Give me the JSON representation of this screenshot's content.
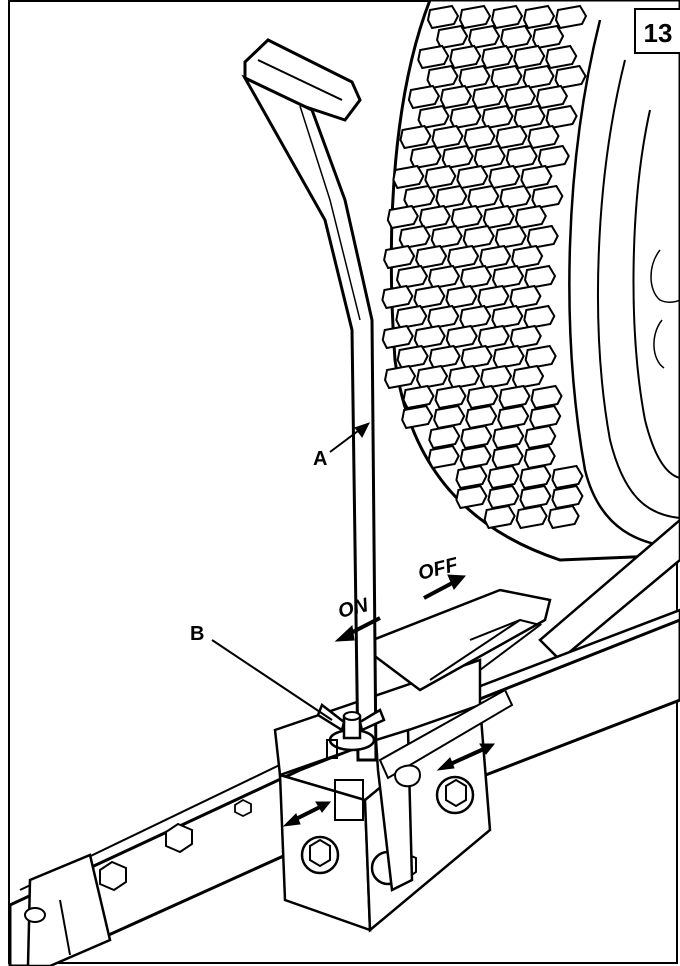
{
  "figure_number": "13",
  "callouts": {
    "a": "A",
    "b": "B"
  },
  "direction_labels": {
    "on": "ON",
    "off": "OFF"
  }
}
